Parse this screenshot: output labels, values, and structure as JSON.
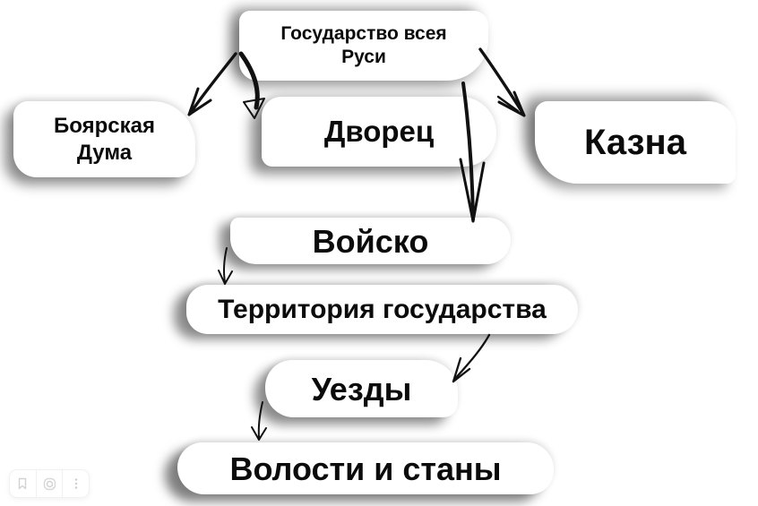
{
  "page": {
    "background": "#ffffff"
  },
  "diagram": {
    "type": "flowchart",
    "nodes": {
      "state": {
        "line1": "Государство всея",
        "line2": "Руси"
      },
      "duma": {
        "line1": "Боярская",
        "line2": "Дума"
      },
      "palace": {
        "label": "Дворец"
      },
      "treasury": {
        "label": "Казна"
      },
      "army": {
        "label": "Войско"
      },
      "territory": {
        "label": "Территория государства"
      },
      "uezds": {
        "label": "Уезды"
      },
      "volosts": {
        "label": "Волости и станы"
      }
    },
    "edges": [
      {
        "from": "state",
        "to": "duma"
      },
      {
        "from": "state",
        "to": "palace"
      },
      {
        "from": "state",
        "to": "treasury"
      },
      {
        "from": "state",
        "to": "army"
      },
      {
        "from": "army",
        "to": "territory"
      },
      {
        "from": "territory",
        "to": "uezds"
      },
      {
        "from": "uezds",
        "to": "volosts"
      }
    ],
    "colors": {
      "box_fill": "#ffffff",
      "text": "#0b0b0b",
      "arrow": "#111111",
      "shadow": "rgba(0,0,0,0.45)"
    }
  },
  "toolbar": {
    "icons": [
      {
        "name": "bookmark-icon"
      },
      {
        "name": "camera-lens-icon"
      },
      {
        "name": "kebab-menu-icon"
      }
    ]
  }
}
